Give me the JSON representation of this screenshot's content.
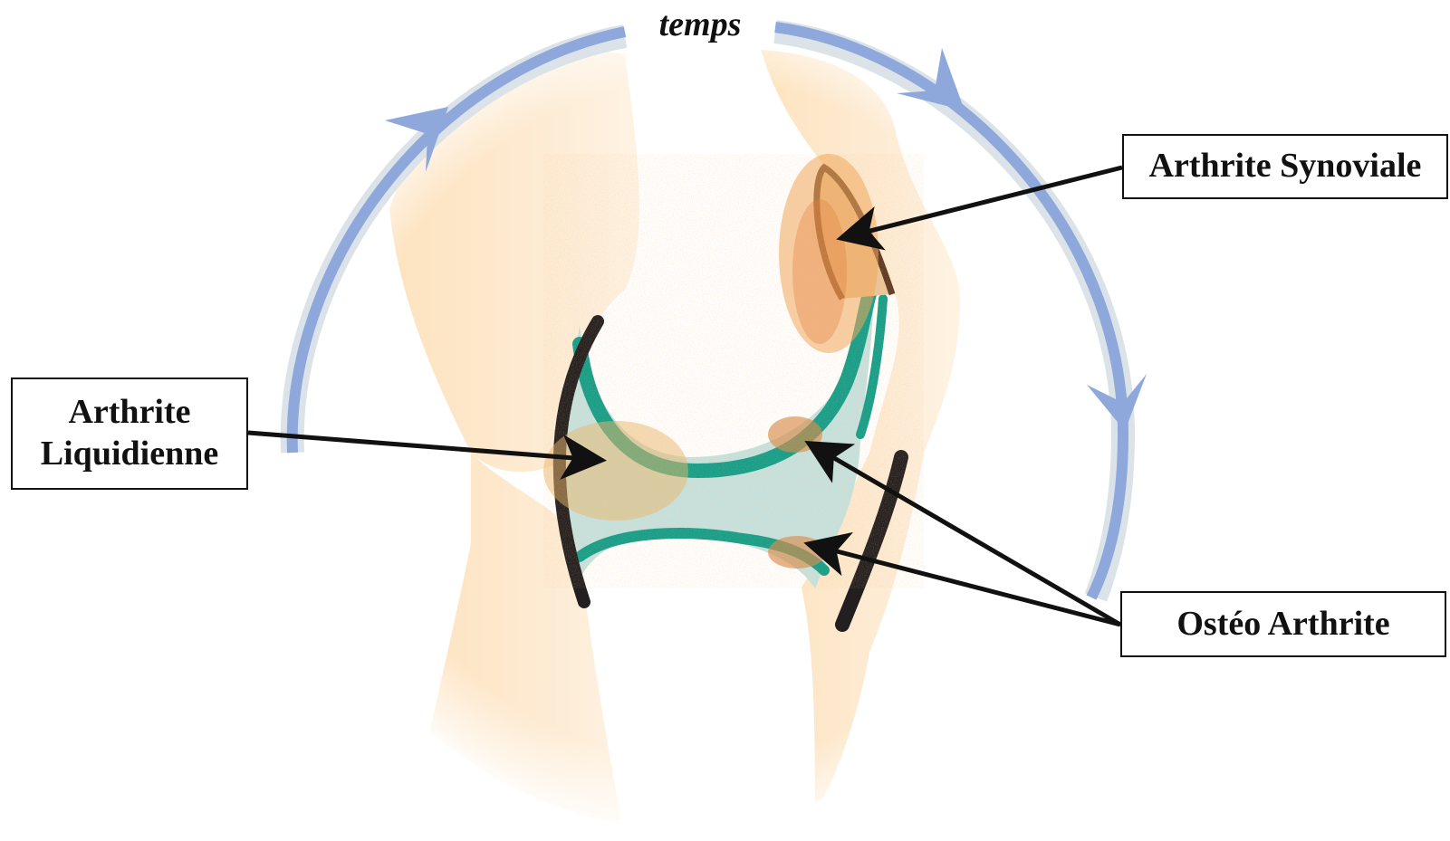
{
  "title": "temps",
  "labels": {
    "synoviale": "Arthrite Synoviale",
    "liquidienne_line1": "Arthrite",
    "liquidienne_line2": "Liquidienne",
    "osteo": "Ostéo Arthrite"
  },
  "icons": {
    "cycle_arrows": "circular-time-arrow-icon",
    "pointer": "pointer-arrow-icon"
  },
  "colors": {
    "cycle_arrow": "#8ea8dc",
    "bone": "#fde9cc",
    "cartilage": "#149e8a",
    "synovial_fluid": "#c6e2df",
    "capsule": "#231f20",
    "inflammation": "#e08a3a"
  }
}
